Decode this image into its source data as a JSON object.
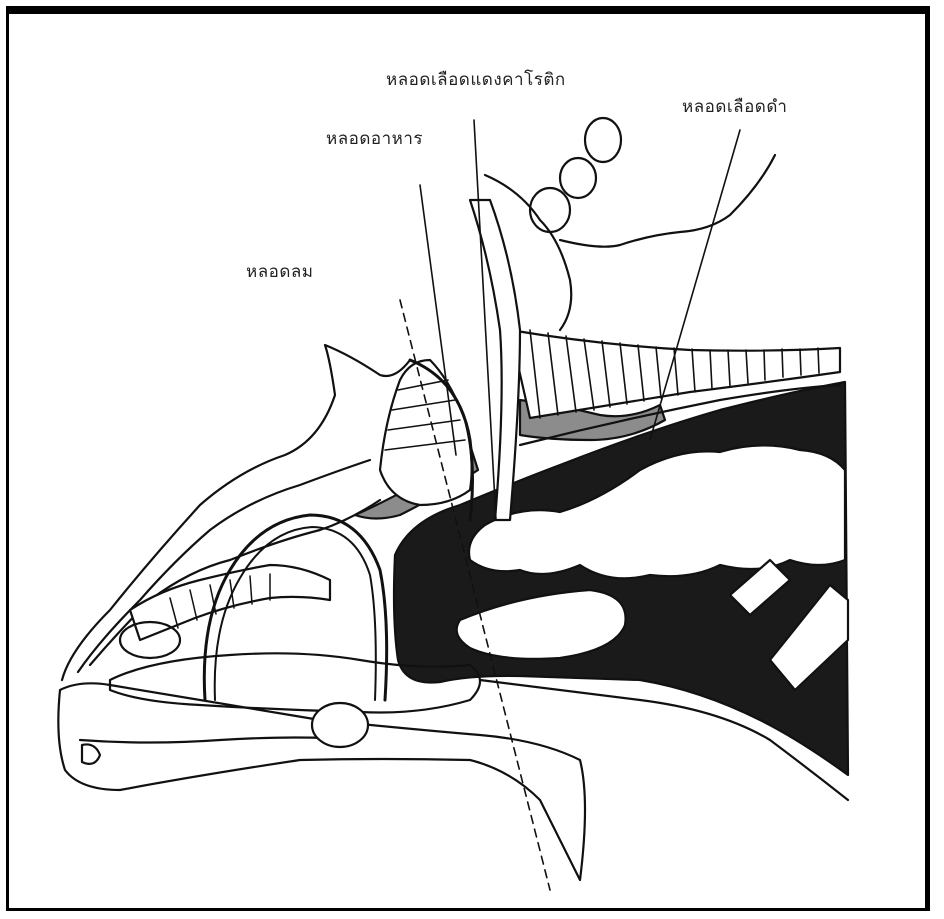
{
  "labels": {
    "carotid_artery": "หลอดเลือดแดงคาโรติก",
    "esophagus": "หลอดอาหาร",
    "jugular_vein": "หลอดเลือดดำ",
    "trachea": "หลอดลม"
  },
  "colors": {
    "outline": "#111111",
    "dark_fill": "#1a1a1a",
    "muscle_fill": "#8c8c8c",
    "background": "#ffffff"
  }
}
